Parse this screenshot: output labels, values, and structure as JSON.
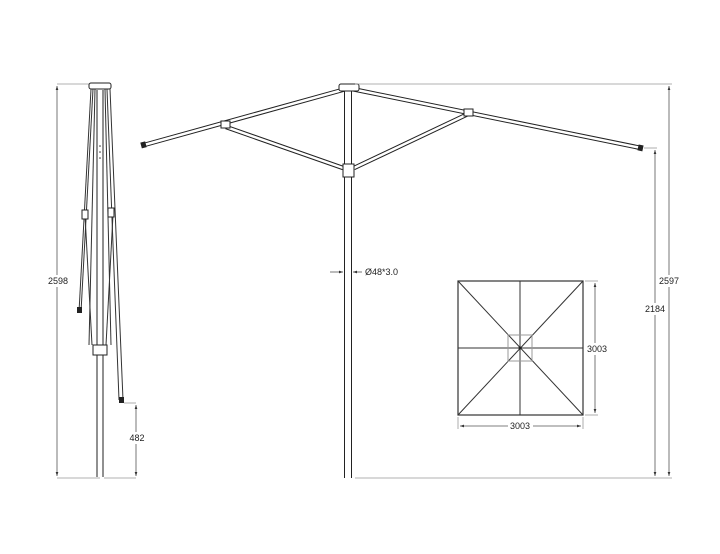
{
  "drawing": {
    "folded_view": {
      "total_height": "2598",
      "rib_tip_clearance": "482"
    },
    "open_view": {
      "pole_diameter": "Ø48*3.0",
      "total_height": "2597",
      "rib_tip_height": "2184"
    },
    "top_view": {
      "width": "3003",
      "depth": "3003"
    },
    "colors": {
      "line": "#222222",
      "dimension": "#555555",
      "background": "#ffffff"
    }
  }
}
